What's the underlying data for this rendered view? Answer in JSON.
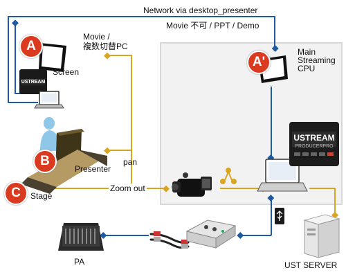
{
  "labels": {
    "network": "Network via desktop_presenter",
    "movie_right": "Movie 不可 / PPT / Demo",
    "movie_pc_line1": "Movie /",
    "movie_pc_line2": "複数切替PC",
    "screen": "Screen",
    "main_line1": "Main",
    "main_line2": "Streaming",
    "main_line3": "CPU",
    "presenter": "Presenter",
    "pan": "pan",
    "zoom_out": "Zoom out",
    "stage": "Stage",
    "pa": "PA",
    "ust_server": "UST SERVER",
    "ustream_logo": "USTREAM",
    "producer_line1": "USTREAM",
    "producer_line2": "PRODUCERPRO"
  },
  "badges": {
    "a": "A",
    "a_prime": "A'",
    "b": "B",
    "c": "C"
  },
  "colors": {
    "network_line": "#1e5aa0",
    "video_line": "#d9a520",
    "badge": "#d93a20",
    "stage_box": "#f2f2f2"
  }
}
